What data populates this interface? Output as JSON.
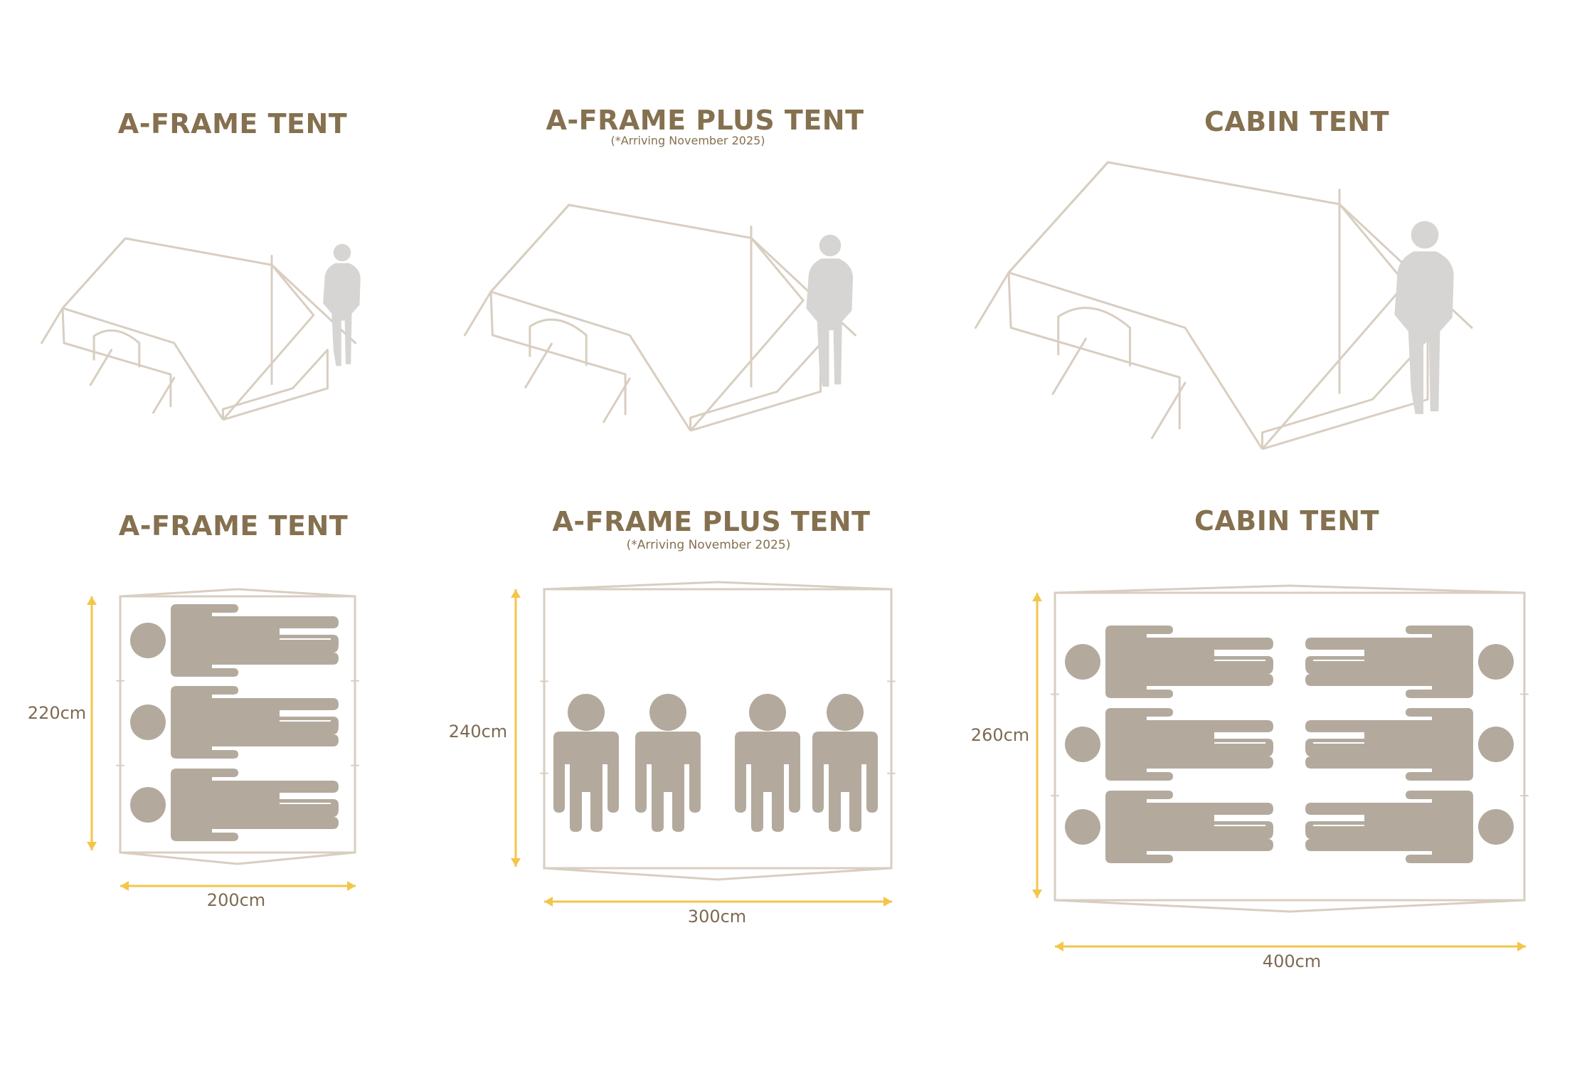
{
  "colors": {
    "title": "#85704f",
    "outline": "#d8cec1",
    "person_fill": "#b3aa9d",
    "silhouette": "#d6d5d3",
    "arrow": "#f3c64b",
    "dimension_text": "#7d6a52",
    "background": "#ffffff"
  },
  "elevation": {
    "tents": [
      {
        "title": "A-FRAME TENT",
        "subtitle": ""
      },
      {
        "title": "A-FRAME PLUS TENT",
        "subtitle": "(*Arriving November 2025)"
      },
      {
        "title": "CABIN TENT",
        "subtitle": ""
      }
    ]
  },
  "floorplan": {
    "tents": [
      {
        "title": "A-FRAME TENT",
        "subtitle": "",
        "width_label": "200cm",
        "depth_label": "220cm",
        "occupants": 3,
        "layout": "lying"
      },
      {
        "title": "A-FRAME PLUS TENT",
        "subtitle": "(*Arriving November 2025)",
        "width_label": "300cm",
        "depth_label": "240cm",
        "occupants": 4,
        "layout": "standing"
      },
      {
        "title": "CABIN TENT",
        "subtitle": "",
        "width_label": "400cm",
        "depth_label": "260cm",
        "occupants": 6,
        "layout": "lying-two-columns"
      }
    ]
  }
}
